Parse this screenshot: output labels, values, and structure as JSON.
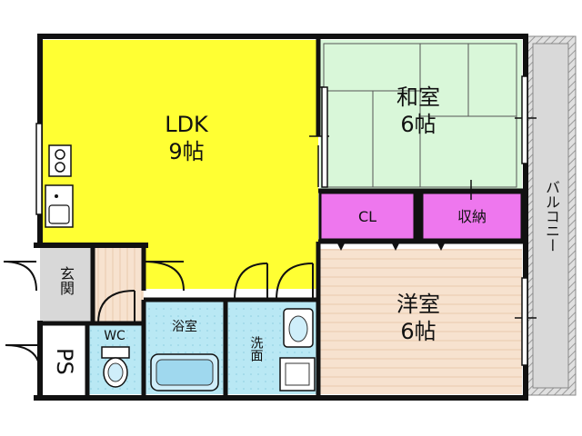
{
  "plan": {
    "rooms": {
      "ldk": {
        "name": "LDK",
        "size": "9帖"
      },
      "washitsu": {
        "name": "和室",
        "size": "6帖"
      },
      "youshitsu": {
        "name": "洋室",
        "size": "6帖"
      },
      "closet": {
        "name": "CL"
      },
      "storage": {
        "name": "収納"
      },
      "entrance": {
        "name": "玄関"
      },
      "ps": {
        "name": "PS"
      },
      "wc": {
        "name": "WC"
      },
      "bath": {
        "name": "浴室"
      },
      "washroom": {
        "name": "洗面"
      },
      "balcony": {
        "name": "バルコニー"
      }
    },
    "colors": {
      "ldk": "#ffff33",
      "washitsu": "#d9f7d9",
      "closet": "#ee77ee",
      "youshitsu": "#f5ddc8",
      "wet_area": "#b9e8f4",
      "entrance": "#d8d8d8",
      "balcony": "#bdbdbd",
      "wall": "#111111"
    }
  }
}
